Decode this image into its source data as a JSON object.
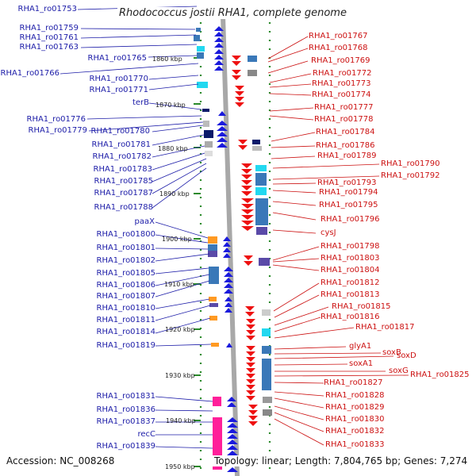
{
  "title": "Rhodococcus jostii RHA1, complete genome",
  "accession": "Accession: NC_008268",
  "summary": "Topology: linear; Length: 7,804,765 bp; Genes: 7,274",
  "ruler": [
    "1860 kbp",
    "1870 kbp",
    "1880 kbp",
    "1890 kbp",
    "1900 kbp",
    "1910 kbp",
    "1920 kbp",
    "1930 kbp",
    "1940 kbp",
    "1950 kbp"
  ],
  "left_labels": [
    "RHA1_ro01753",
    "RHA1_ro01759",
    "RHA1_ro01761",
    "RHA1_ro01763",
    "RHA1_ro01765",
    "RHA1_ro01766",
    "RHA1_ro01770",
    "RHA1_ro01771",
    "terB",
    "RHA1_ro01776",
    "RHA1_ro01779",
    "RHA1_ro01780",
    "RHA1_ro01781",
    "RHA1_ro01782",
    "RHA1_ro01783",
    "RHA1_ro01785",
    "RHA1_ro01787",
    "RHA1_ro01788",
    "paaX",
    "RHA1_ro01800",
    "RHA1_ro01801",
    "RHA1_ro01802",
    "RHA1_ro01805",
    "RHA1_ro01806",
    "RHA1_ro01807",
    "RHA1_ro01810",
    "RHA1_ro01811",
    "RHA1_ro01814",
    "RHA1_ro01819",
    "RHA1_ro01831",
    "RHA1_ro01836",
    "RHA1_ro01837",
    "recC",
    "RHA1_ro01839"
  ],
  "right_labels": [
    "RHA1_ro01767",
    "RHA1_ro01768",
    "RHA1_ro01769",
    "RHA1_ro01772",
    "RHA1_ro01773",
    "RHA1_ro01774",
    "RHA1_ro01777",
    "RHA1_ro01778",
    "RHA1_ro01784",
    "RHA1_ro01786",
    "RHA1_ro01789",
    "RHA1_ro01790",
    "RHA1_ro01792",
    "RHA1_ro01793",
    "RHA1_ro01794",
    "RHA1_ro01795",
    "RHA1_ro01796",
    "cysJ",
    "RHA1_ro01798",
    "RHA1_ro01803",
    "RHA1_ro01804",
    "RHA1_ro01812",
    "RHA1_ro01813",
    "RHA1_ro01815",
    "RHA1_ro01816",
    "RHA1_ro01817",
    "glyA1",
    "soxB",
    "soxD",
    "soxA1",
    "soxG",
    "RHA1_ro01825",
    "RHA1_ro01827",
    "RHA1_ro01828",
    "RHA1_ro01829",
    "RHA1_ro01830",
    "RHA1_ro01832",
    "RHA1_ro01833"
  ],
  "colors": {
    "forward_strand": "#1a1adc",
    "reverse_strand": "#ee1111",
    "backbone": "#a8a8a8",
    "ruler_dots": "#2a8a2a",
    "feature_blue": "#3a78b8",
    "feature_cyan": "#22d8f0",
    "feature_magenta": "#ff1f9a",
    "feature_orange": "#ff9a22",
    "feature_navy": "#0a1a6a",
    "feature_purple": "#5a4aa8"
  }
}
